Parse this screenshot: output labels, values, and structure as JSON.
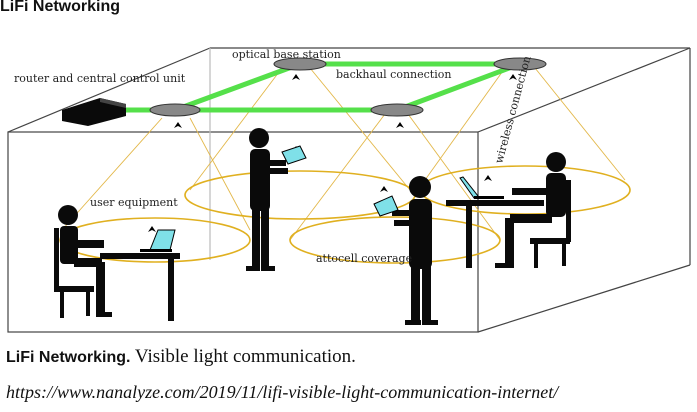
{
  "title": "LiFi Networking",
  "diagram": {
    "labels": {
      "optical_base_station": "optical base station",
      "router": "router and central control unit",
      "backhaul": "backhaul connection",
      "wireless": "wireless connection",
      "user_equipment": "user equipment",
      "attocell": "attocell coverage"
    },
    "colors": {
      "backhaul": "#55e04a",
      "light_cone": "#e3b84a",
      "coverage": "#e0b020",
      "silhouette": "#0a0a0a",
      "device": "#7fe0e8",
      "station": "#888888"
    }
  },
  "caption": {
    "heading": "LiFi Networking.",
    "text": " Visible light communication."
  },
  "source_url": "https://www.nanalyze.com/2019/11/lifi-visible-light-communication-internet/"
}
